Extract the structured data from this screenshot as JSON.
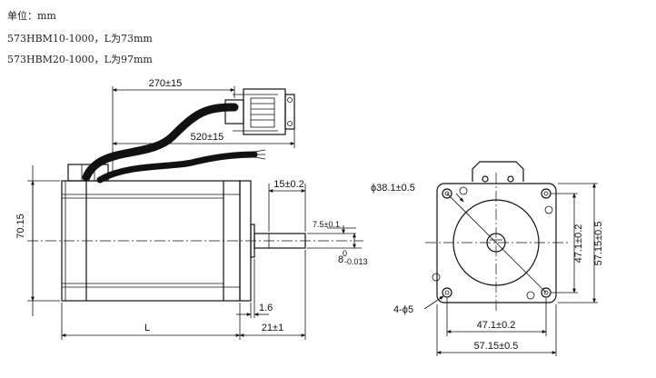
{
  "header": {
    "unit_line": "单位：mm",
    "model1_line": "573HBM10-1000，L为73mm",
    "model2_line": "573HBM20-1000，L为97mm"
  },
  "side_view": {
    "cable_length_1": "270±15",
    "cable_length_2": "520±15",
    "height": "70.15",
    "shaft_length": "15±0.2",
    "flat_depth": "7.5±0.1",
    "shaft_dia_main": "8",
    "shaft_dia_sup": "0",
    "shaft_dia_sub": "-0.013",
    "flange_thickness": "1.6",
    "shaft_total": "21±1",
    "body_length": "L"
  },
  "front_view": {
    "pilot_dia": "ϕ38.1±0.5",
    "hole_spacing_v": "47.1±0.2",
    "flange_v": "57.15±0.5",
    "holes": "4-ϕ5",
    "hole_spacing_h": "47.1±0.2",
    "flange_h": "57.15±0.5"
  }
}
